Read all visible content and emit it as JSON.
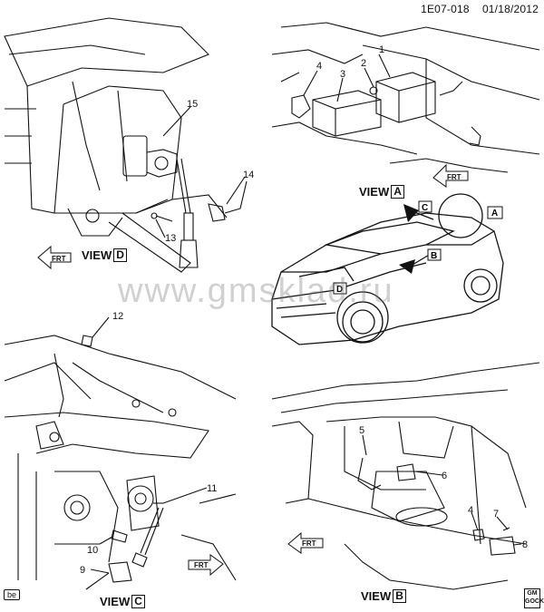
{
  "header": {
    "doc_id": "1E07-018",
    "date": "01/18/2012"
  },
  "views": {
    "D": {
      "prefix": "VIEW",
      "letter": "D"
    },
    "A": {
      "prefix": "VIEW",
      "letter": "A"
    },
    "C": {
      "prefix": "VIEW",
      "letter": "C"
    },
    "B": {
      "prefix": "VIEW",
      "letter": "B"
    }
  },
  "frt": "FRT",
  "car_markers": {
    "a": "A",
    "b": "B",
    "c": "C",
    "d": "D"
  },
  "callouts": [
    "1",
    "2",
    "3",
    "4",
    "5",
    "6",
    "7",
    "8",
    "9",
    "10",
    "11",
    "12",
    "13",
    "14",
    "15",
    "4"
  ],
  "corner_tag": "be",
  "watermark": "www.gmsklad.ru",
  "logo": {
    "top": "GM",
    "bottom": "GOCK"
  }
}
